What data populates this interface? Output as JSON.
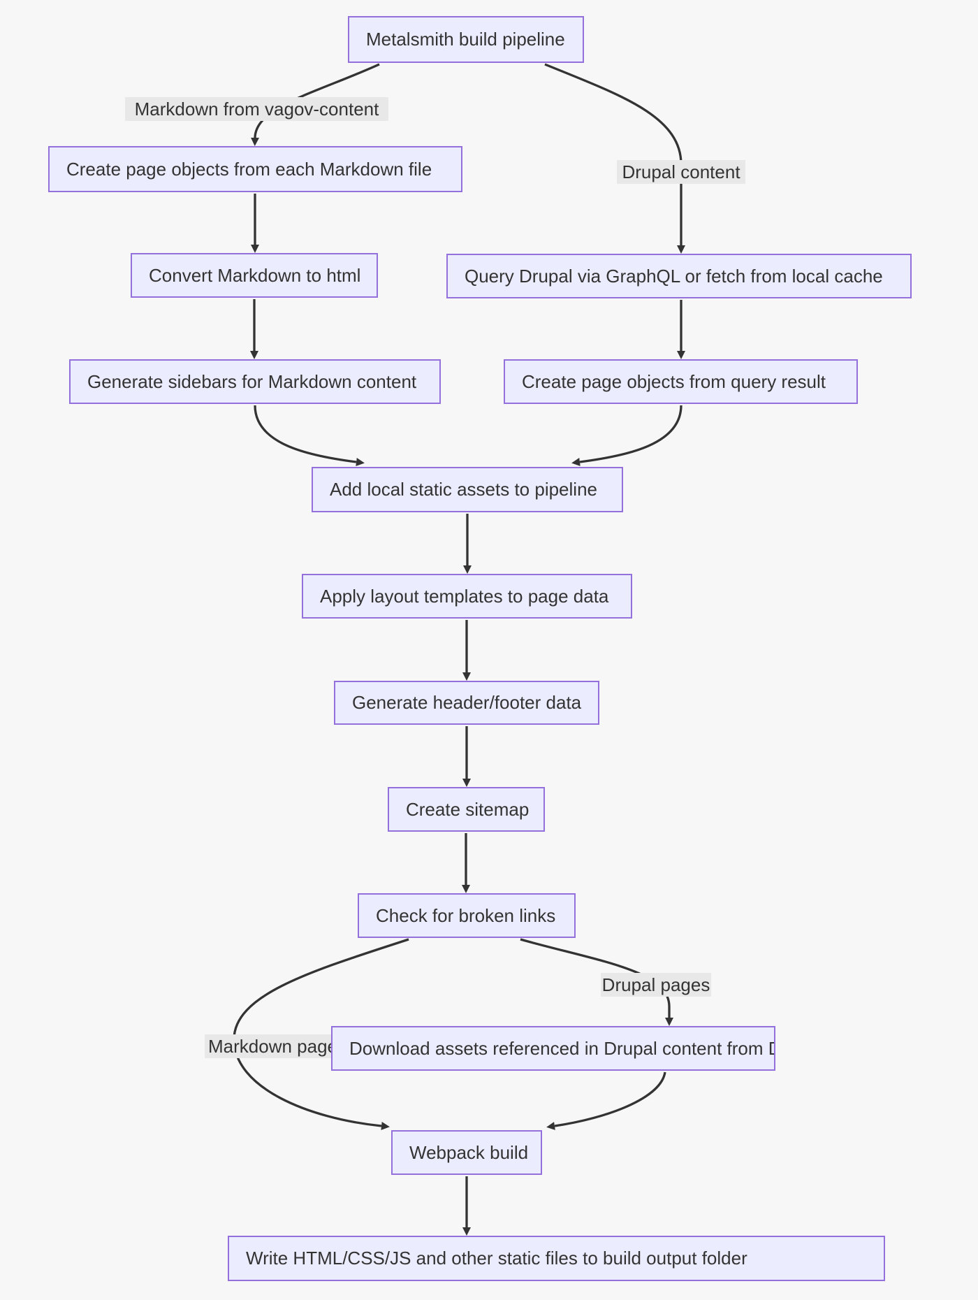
{
  "diagram": {
    "type": "flowchart",
    "direction": "top-down",
    "title": "Metalsmith build pipeline",
    "nodes": [
      {
        "id": "pipeline",
        "label": "Metalsmith build pipeline"
      },
      {
        "id": "create-md-pages",
        "label": "Create page objects from each Markdown file"
      },
      {
        "id": "convert-md",
        "label": "Convert Markdown to html"
      },
      {
        "id": "query-drupal",
        "label": "Query Drupal via GraphQL or fetch from local cache"
      },
      {
        "id": "gen-sidebars",
        "label": "Generate sidebars for Markdown content"
      },
      {
        "id": "create-query-pages",
        "label": "Create page objects from query result"
      },
      {
        "id": "add-assets",
        "label": "Add local static assets to pipeline"
      },
      {
        "id": "apply-layouts",
        "label": "Apply layout templates to page data"
      },
      {
        "id": "gen-header-footer",
        "label": "Generate header/footer data"
      },
      {
        "id": "create-sitemap",
        "label": "Create sitemap"
      },
      {
        "id": "check-links",
        "label": "Check for broken links"
      },
      {
        "id": "download-drupal-assets",
        "label": "Download assets referenced in Drupal content from Drupal"
      },
      {
        "id": "webpack",
        "label": "Webpack build"
      },
      {
        "id": "write-output",
        "label": "Write HTML/CSS/JS and other static files to build output folder"
      }
    ],
    "edges": [
      {
        "from": "pipeline",
        "to": "create-md-pages",
        "label": "Markdown from vagov-content"
      },
      {
        "from": "pipeline",
        "to": "query-drupal",
        "label": "Drupal content"
      },
      {
        "from": "create-md-pages",
        "to": "convert-md",
        "label": ""
      },
      {
        "from": "convert-md",
        "to": "gen-sidebars",
        "label": ""
      },
      {
        "from": "query-drupal",
        "to": "create-query-pages",
        "label": ""
      },
      {
        "from": "gen-sidebars",
        "to": "add-assets",
        "label": ""
      },
      {
        "from": "create-query-pages",
        "to": "add-assets",
        "label": ""
      },
      {
        "from": "add-assets",
        "to": "apply-layouts",
        "label": ""
      },
      {
        "from": "apply-layouts",
        "to": "gen-header-footer",
        "label": ""
      },
      {
        "from": "gen-header-footer",
        "to": "create-sitemap",
        "label": ""
      },
      {
        "from": "create-sitemap",
        "to": "check-links",
        "label": ""
      },
      {
        "from": "check-links",
        "to": "download-drupal-assets",
        "label": "Drupal pages"
      },
      {
        "from": "check-links",
        "to": "webpack",
        "label": "Markdown pages"
      },
      {
        "from": "download-drupal-assets",
        "to": "webpack",
        "label": ""
      },
      {
        "from": "webpack",
        "to": "write-output",
        "label": ""
      }
    ],
    "colors": {
      "background": "#f7f7f8",
      "node_fill": "#ececff",
      "node_border": "#9370db",
      "edge": "#333333",
      "text": "#333333",
      "edge_label_background": "#e8e8e8"
    }
  }
}
